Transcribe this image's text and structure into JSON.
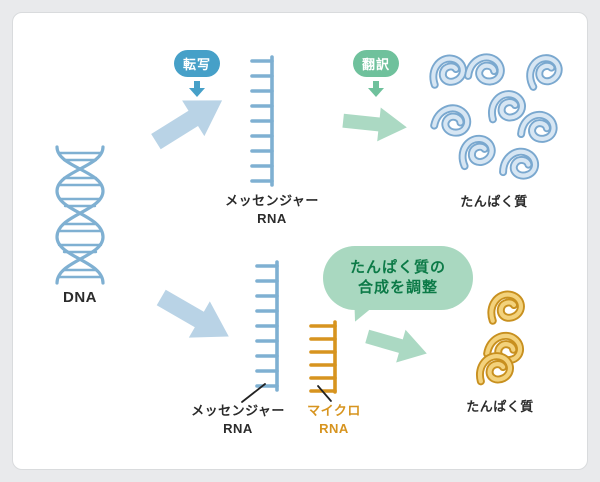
{
  "labels": {
    "dna": "DNA",
    "transcription": "転写",
    "translation": "翻訳",
    "mrna_top_line1": "メッセンジャー",
    "mrna_top_line2": "RNA",
    "protein_top": "たんぱく質",
    "mrna_bottom_line1": "メッセンジャー",
    "mrna_bottom_line2": "RNA",
    "microrna_line1": "マイクロ",
    "microrna_line2": "RNA",
    "bubble_line1": "たんぱく質の",
    "bubble_line2": "合成を調整",
    "protein_bottom": "たんぱく質"
  },
  "colors": {
    "background": "#e9eaec",
    "card": "#ffffff",
    "rna_blue": "#7fb0d2",
    "arrow_blue": "#b9d3e6",
    "badge_blue": "#46a0c8",
    "badge_green": "#6fc19c",
    "arrow_green": "#abd9c3",
    "bubble_green": "#a9d8c0",
    "bubble_text_green": "#0c7a47",
    "microrna_orange": "#d7941f",
    "protein_blue_edge": "#7aa8cf",
    "protein_orange_edge": "#c8901f",
    "text_dark": "#2b2b2b"
  }
}
